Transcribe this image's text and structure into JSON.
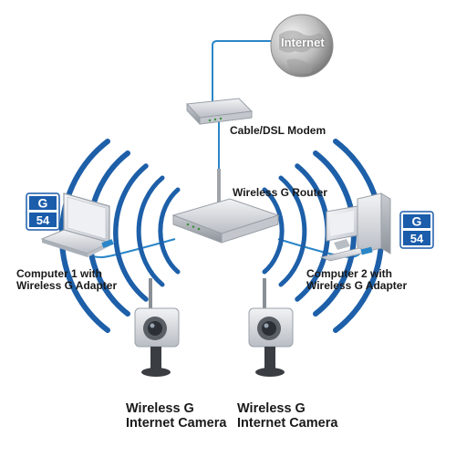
{
  "internet": {
    "label": "Internet"
  },
  "modem": {
    "label": "Cable/DSL Modem"
  },
  "router": {
    "label": "Wireless G Router"
  },
  "computer1": {
    "label_line1": "Computer 1 with",
    "label_line2": "Wireless G Adapter"
  },
  "computer2": {
    "label_line1": "Computer 2 with",
    "label_line2": "Wireless G Adapter"
  },
  "camera1": {
    "label_line1": "Wireless G",
    "label_line2": "Internet Camera"
  },
  "camera2": {
    "label_line1": "Wireless G",
    "label_line2": "Internet Camera"
  },
  "badges": {
    "letter": "G",
    "number": "54"
  },
  "colors": {
    "connection_line": "#2a86c8",
    "wave": "#1d5fa8",
    "badge_blue": "#1b5cab",
    "device_silver": "#d6d9de"
  },
  "icons": {
    "internet": "globe-icon",
    "modem": "modem-icon",
    "router": "router-icon",
    "computer1": "laptop-icon",
    "computer2": "desktop-icon",
    "camera": "camera-icon",
    "badge": "g54-badge-icon"
  }
}
